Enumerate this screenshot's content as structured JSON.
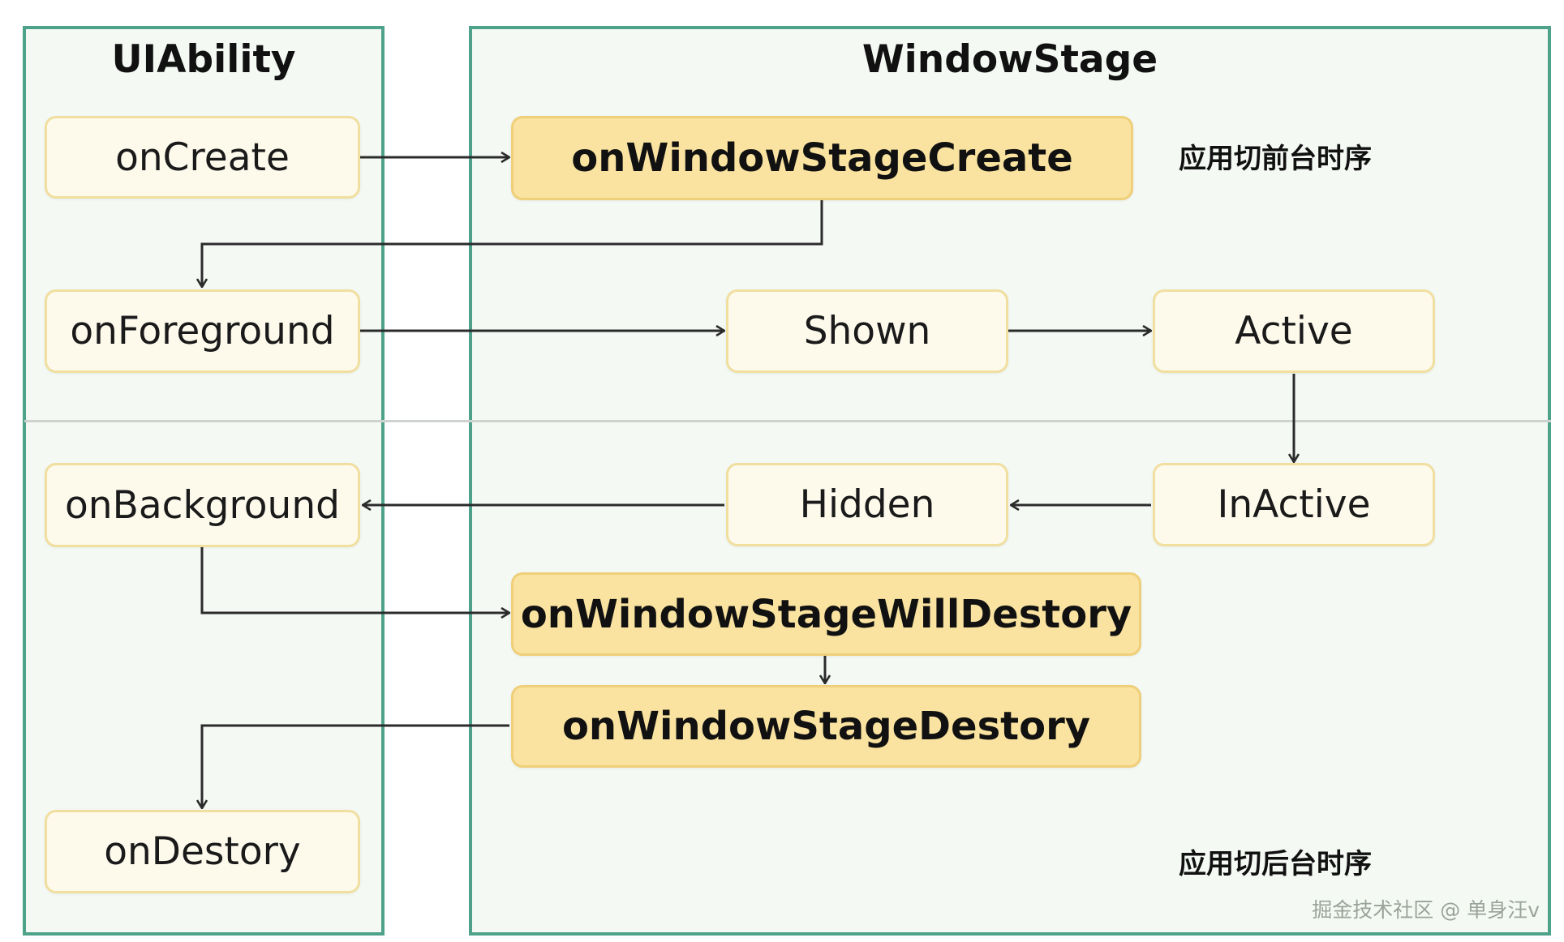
{
  "panels": {
    "uiability": {
      "title": "UIAbility"
    },
    "windowstage": {
      "title": "WindowStage"
    }
  },
  "nodes": {
    "on_create": "onCreate",
    "on_window_stage_create": "onWindowStageCreate",
    "on_foreground": "onForeground",
    "shown": "Shown",
    "active": "Active",
    "on_background": "onBackground",
    "hidden": "Hidden",
    "inactive": "InActive",
    "on_window_stage_will_destory": "onWindowStageWillDestory",
    "on_window_stage_destory": "onWindowStageDestory",
    "on_destory": "onDestory"
  },
  "notes": {
    "foreground_sequence": "应用切前台时序",
    "background_sequence": "应用切后台时序"
  },
  "watermark": "掘金技术社区 @ 单身汪v",
  "colors": {
    "panel_border": "#4ea28a",
    "panel_fill": "#f4f9f4",
    "node_fill": "#fdfaec",
    "stage_node_fill": "#fae3a0",
    "arrow": "#2b2b2b"
  }
}
